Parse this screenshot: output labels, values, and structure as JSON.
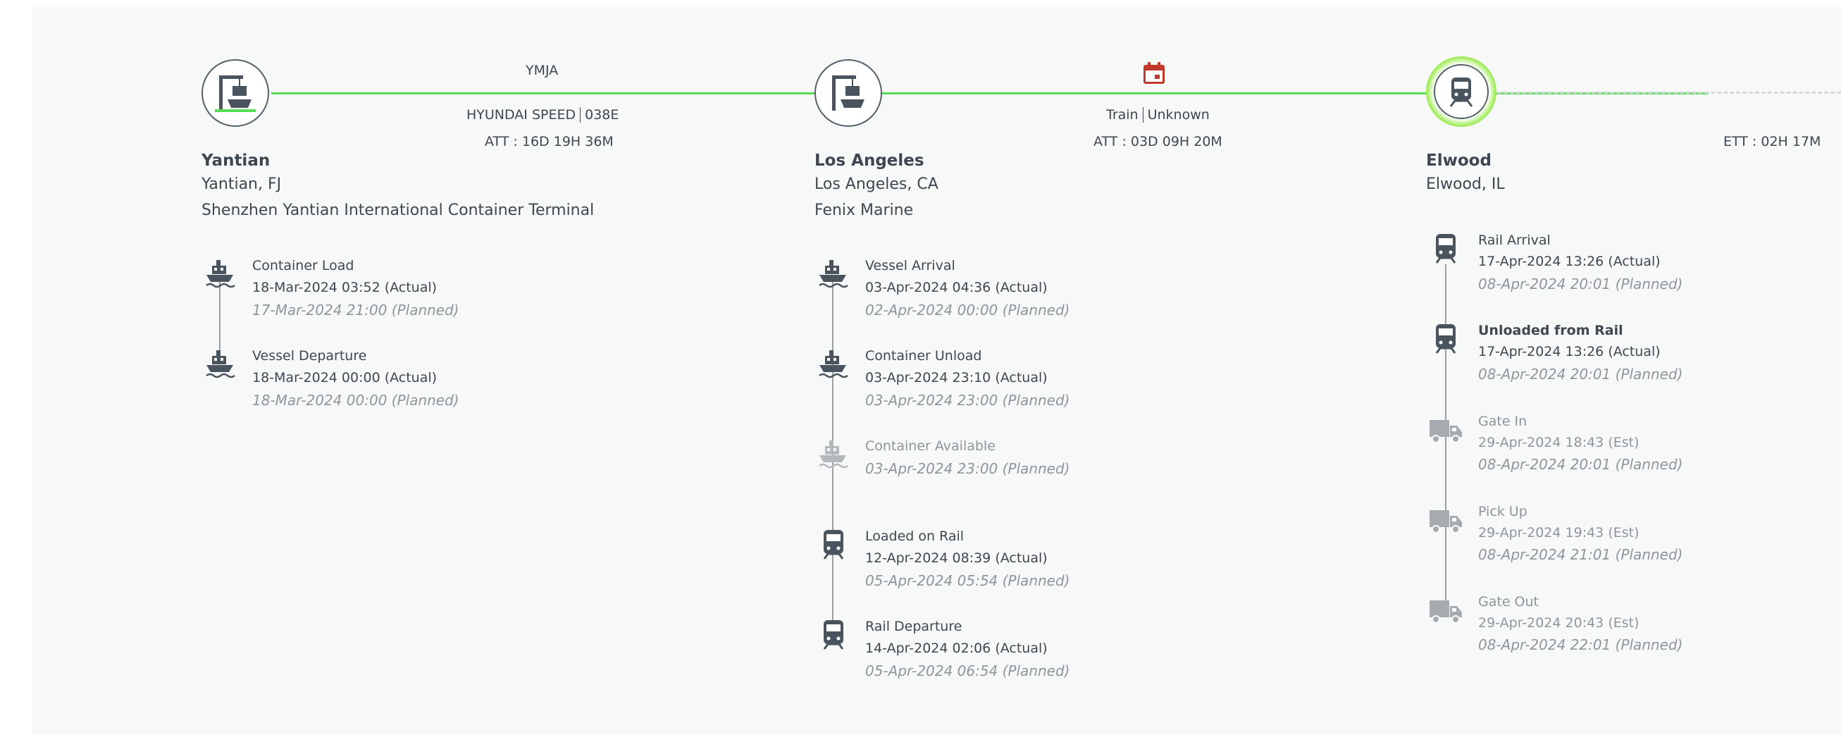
{
  "legs": [
    {
      "carrier": "YMJA",
      "vessel": "HYUNDAI SPEED",
      "voyage": "038E",
      "att": "ATT : 16D 19H 36M"
    },
    {
      "mode": "Train",
      "carrier": "Unknown",
      "att": "ATT : 03D 09H 20M"
    },
    {
      "ett": "ETT : 02H 17M"
    }
  ],
  "locations": [
    {
      "name": "Yantian",
      "city": "Yantian, FJ",
      "terminal": "Shenzhen Yantian International Container Terminal"
    },
    {
      "name": "Los Angeles",
      "city": "Los Angeles, CA",
      "terminal": "Fenix Marine"
    },
    {
      "name": "Elwood",
      "city": "Elwood, IL"
    }
  ],
  "events": {
    "yantian": [
      {
        "title": "Container Load",
        "actual": "18-Mar-2024 03:52 (Actual)",
        "planned": "17-Mar-2024 21:00 (Planned)",
        "icon": "ship-icon"
      },
      {
        "title": "Vessel Departure",
        "actual": "18-Mar-2024 00:00 (Actual)",
        "planned": "18-Mar-2024 00:00 (Planned)",
        "icon": "ship-icon"
      }
    ],
    "los_angeles": [
      {
        "title": "Vessel Arrival",
        "actual": "03-Apr-2024 04:36 (Actual)",
        "planned": "02-Apr-2024 00:00 (Planned)",
        "icon": "ship-icon"
      },
      {
        "title": "Container Unload",
        "actual": "03-Apr-2024 23:10 (Actual)",
        "planned": "03-Apr-2024 23:00 (Planned)",
        "icon": "ship-icon"
      },
      {
        "title": "Container Available",
        "planned": "03-Apr-2024 23:00 (Planned)",
        "icon": "ship-icon-muted"
      },
      {
        "title": "Loaded on Rail",
        "actual": "12-Apr-2024 08:39 (Actual)",
        "planned": "05-Apr-2024 05:54 (Planned)",
        "icon": "train-icon"
      },
      {
        "title": "Rail Departure",
        "actual": "14-Apr-2024 02:06 (Actual)",
        "planned": "05-Apr-2024 06:54 (Planned)",
        "icon": "train-icon"
      }
    ],
    "elwood": [
      {
        "title": "Rail Arrival",
        "actual": "17-Apr-2024 13:26 (Actual)",
        "planned": "08-Apr-2024 20:01 (Planned)",
        "icon": "train-icon"
      },
      {
        "title": "Unloaded from Rail",
        "actual": "17-Apr-2024 13:26 (Actual)",
        "planned": "08-Apr-2024 20:01 (Planned)",
        "icon": "train-icon"
      },
      {
        "title": "Gate In",
        "actual": "29-Apr-2024 18:43 (Est)",
        "planned": "08-Apr-2024 20:01 (Planned)",
        "icon": "truck-icon"
      },
      {
        "title": "Pick Up",
        "actual": "29-Apr-2024 19:43 (Est)",
        "planned": "08-Apr-2024 21:01 (Planned)",
        "icon": "truck-icon"
      },
      {
        "title": "Gate Out",
        "actual": "29-Apr-2024 20:43 (Est)",
        "planned": "08-Apr-2024 22:01 (Planned)",
        "icon": "truck-icon"
      }
    ]
  },
  "colors": {
    "progress": "#55dd55",
    "dark": "#3f4750",
    "muted": "#8e969c",
    "calendar": "#c0392b",
    "glow": "#9aea4e"
  }
}
